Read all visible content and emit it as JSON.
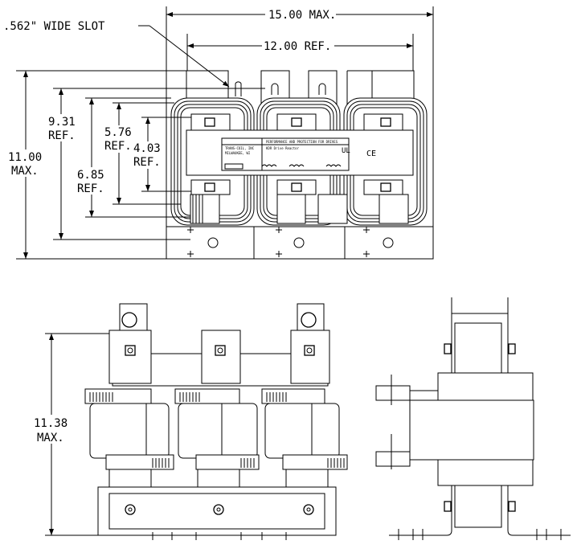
{
  "dimensions": {
    "slot_note": ".562\" WIDE SLOT",
    "overall_width": "15.00 MAX.",
    "ref_width": "12.00 REF.",
    "d_931": [
      "9.31",
      "REF."
    ],
    "d_1100": [
      "11.00",
      "MAX."
    ],
    "d_576": [
      "5.76",
      "REF."
    ],
    "d_685": [
      "6.85",
      "REF."
    ],
    "d_403": [
      "4.03",
      "REF."
    ],
    "d_1138": [
      "11.38",
      "MAX."
    ]
  },
  "nameplate": {
    "header": "PERFORMANCE AND PROTECTION FOR DRIVES",
    "product": "KDR Drive Reactor",
    "company": "TRANS-COIL, INC",
    "city": "MILWAUKEE, WI",
    "mark_ul": "UL",
    "mark_ce": "CE"
  }
}
